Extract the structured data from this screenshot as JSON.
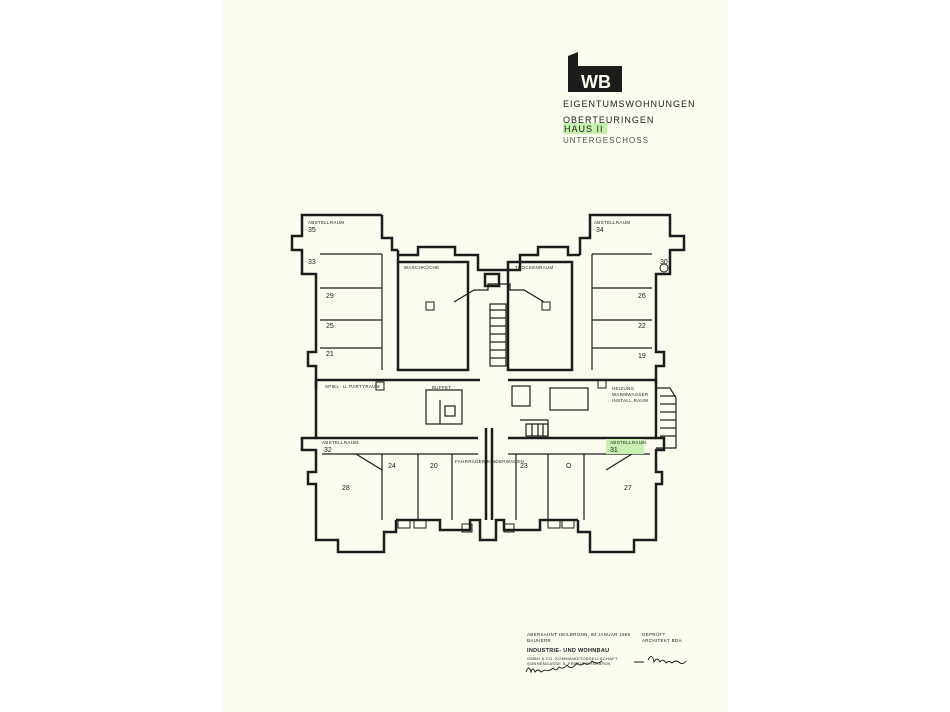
{
  "header": {
    "logo_text": "WB",
    "line1": "EIGENTUMSWOHNUNGEN",
    "line2": "OBERTEURINGEN",
    "line3": "HAUS II",
    "line4": "UNTERGESCHOSS"
  },
  "rooms": {
    "abstell_nw": "ABSTELLRAUM",
    "abstell_ne": "ABSTELLRAUM",
    "waschkueche": "WASCHKÜCHE",
    "trockenraum": "TROCKENRAUM",
    "partyraum": "SPIEL- U. PARTYRAUM",
    "buffet": "BUFFET",
    "heizung1": "HEIZUNG",
    "heizung2": "WARMWASSER",
    "heizung3": "INSTALL.RAUM",
    "abstell_w": "ABSTELLRAUM",
    "abstell_e": "ABSTELLRAUM",
    "fahrrad": "FAHRRÄDER KINDERWAGEN"
  },
  "numbers": {
    "n35": "35",
    "n33": "33",
    "n29": "29",
    "n25": "25",
    "n21": "21",
    "n34": "34",
    "n30": "30",
    "n26": "26",
    "n22": "22",
    "n19": "19",
    "n32": "32",
    "n28": "28",
    "n24": "24",
    "n20": "20",
    "n23": "23",
    "n0": "O",
    "n31": "31",
    "n27": "27"
  },
  "footer": {
    "line1": "ABERSAHNT  HEILBRONN, IM JANUAR 1986",
    "line1b": "GEPRÜFT",
    "line2": "BAUHERR",
    "line2b": "ARCHITEKT  BDA",
    "company": "INDUSTRIE- UND WOHNBAU",
    "company2": "GMBH & CO. KOMMANDITGESELLSCHAFT",
    "company3": "SONNENGASSE 5, FRIEDRICHSHAFEN"
  },
  "colors": {
    "paper": "#fbfbf0",
    "ink": "#1c1c1c",
    "highlight": "#c9efb0"
  }
}
